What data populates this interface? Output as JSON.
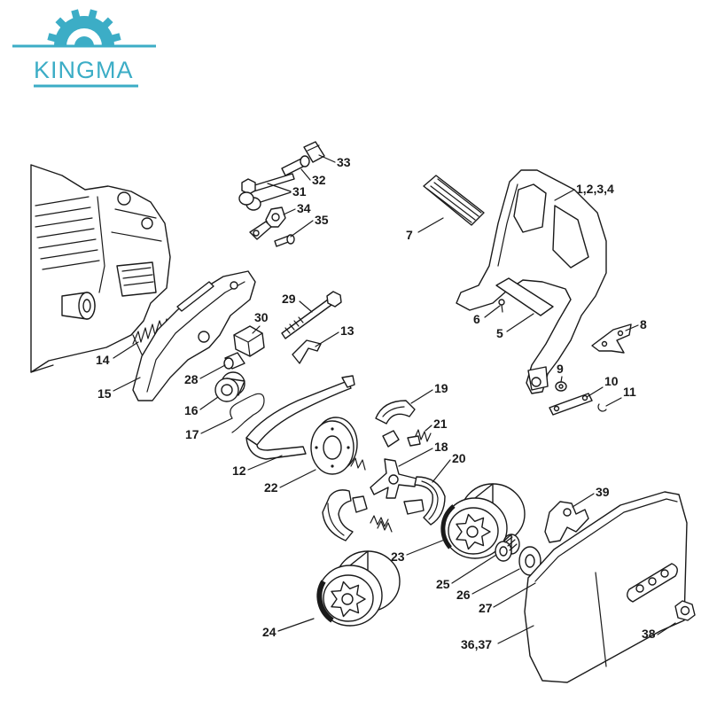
{
  "logo": {
    "brand": "KINGMA",
    "icon": "gear-icon",
    "color": "#3cadc6"
  },
  "callouts": [
    "33",
    "32",
    "31",
    "34",
    "35",
    "1,2,3,4",
    "7",
    "29",
    "30",
    "6",
    "5",
    "8",
    "13",
    "14",
    "15",
    "28",
    "9",
    "10",
    "11",
    "16",
    "17",
    "19",
    "21",
    "18",
    "20",
    "12",
    "22",
    "39",
    "23",
    "25",
    "26",
    "27",
    "24",
    "36,37",
    "38"
  ]
}
